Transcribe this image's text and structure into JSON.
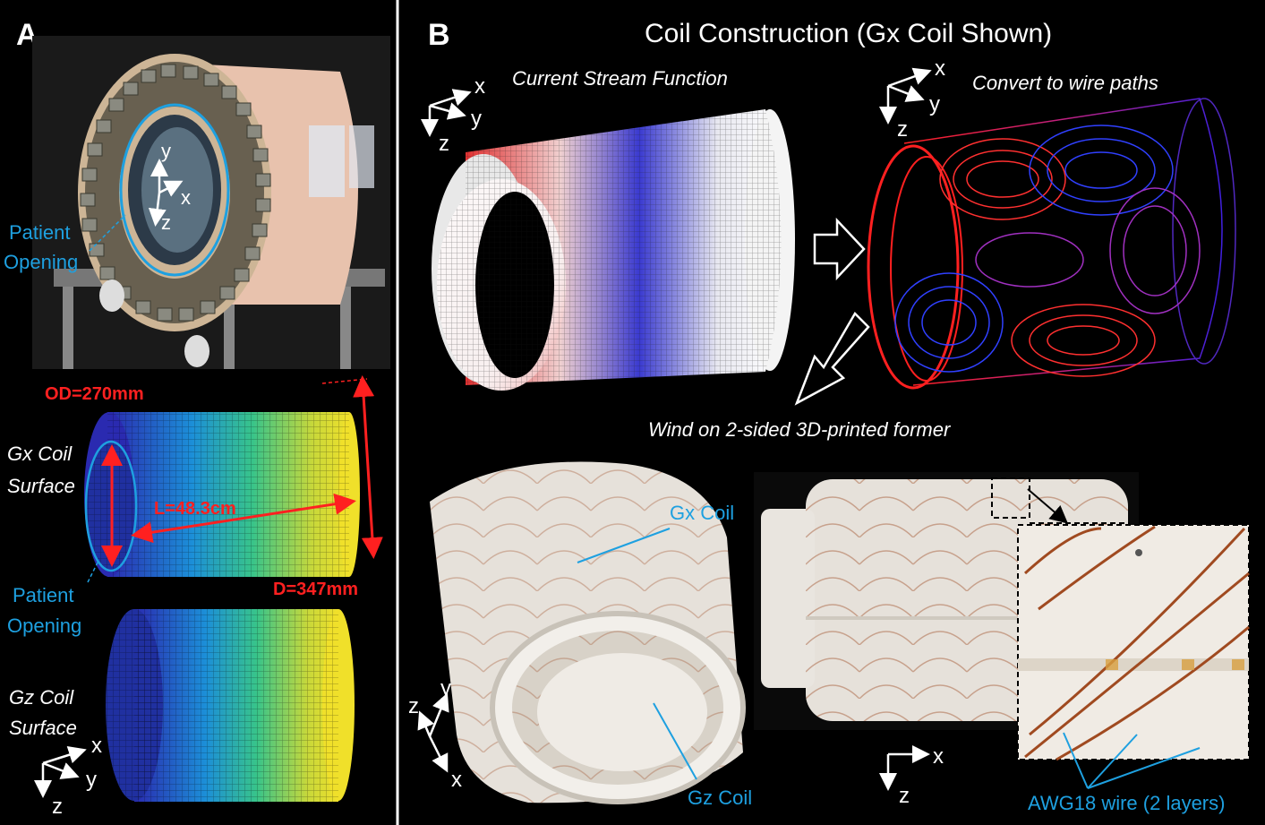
{
  "panel_a": {
    "letter": "A",
    "patient_opening_line1": "Patient",
    "patient_opening_line2": "Opening",
    "photo_axes": {
      "x": "x",
      "y": "y",
      "z": "z"
    },
    "od_label": "OD=270mm",
    "length_label": "L=48.3cm",
    "diameter_label": "D=347mm",
    "gx_surface_line1": "Gx Coil",
    "gx_surface_line2": "Surface",
    "patient_opening2_line1": "Patient",
    "patient_opening2_line2": "Opening",
    "gz_surface_line1": "Gz Coil",
    "gz_surface_line2": "Surface",
    "bottom_axes": {
      "x": "x",
      "y": "y",
      "z": "z"
    }
  },
  "panel_b": {
    "letter": "B",
    "title": "Coil Construction (Gx Coil Shown)",
    "stream_function_label": "Current Stream Function",
    "wire_paths_label": "Convert to wire paths",
    "wind_label": "Wind on 2-sided 3D-printed former",
    "gx_coil_label": "Gx Coil",
    "gz_coil_label": "Gz Coil",
    "wire_label": "AWG18 wire (2 layers)",
    "axes_stream": {
      "x": "x",
      "y": "y",
      "z": "z"
    },
    "axes_wire": {
      "x": "x",
      "y": "y",
      "z": "z"
    },
    "axes_former": {
      "x": "x",
      "y": "y",
      "z": "z"
    },
    "axes_photo": {
      "x": "x",
      "z": "z"
    }
  },
  "colors": {
    "annotation_blue": "#1ea0e0",
    "dimension_red": "#ff2020",
    "background": "#000000"
  }
}
